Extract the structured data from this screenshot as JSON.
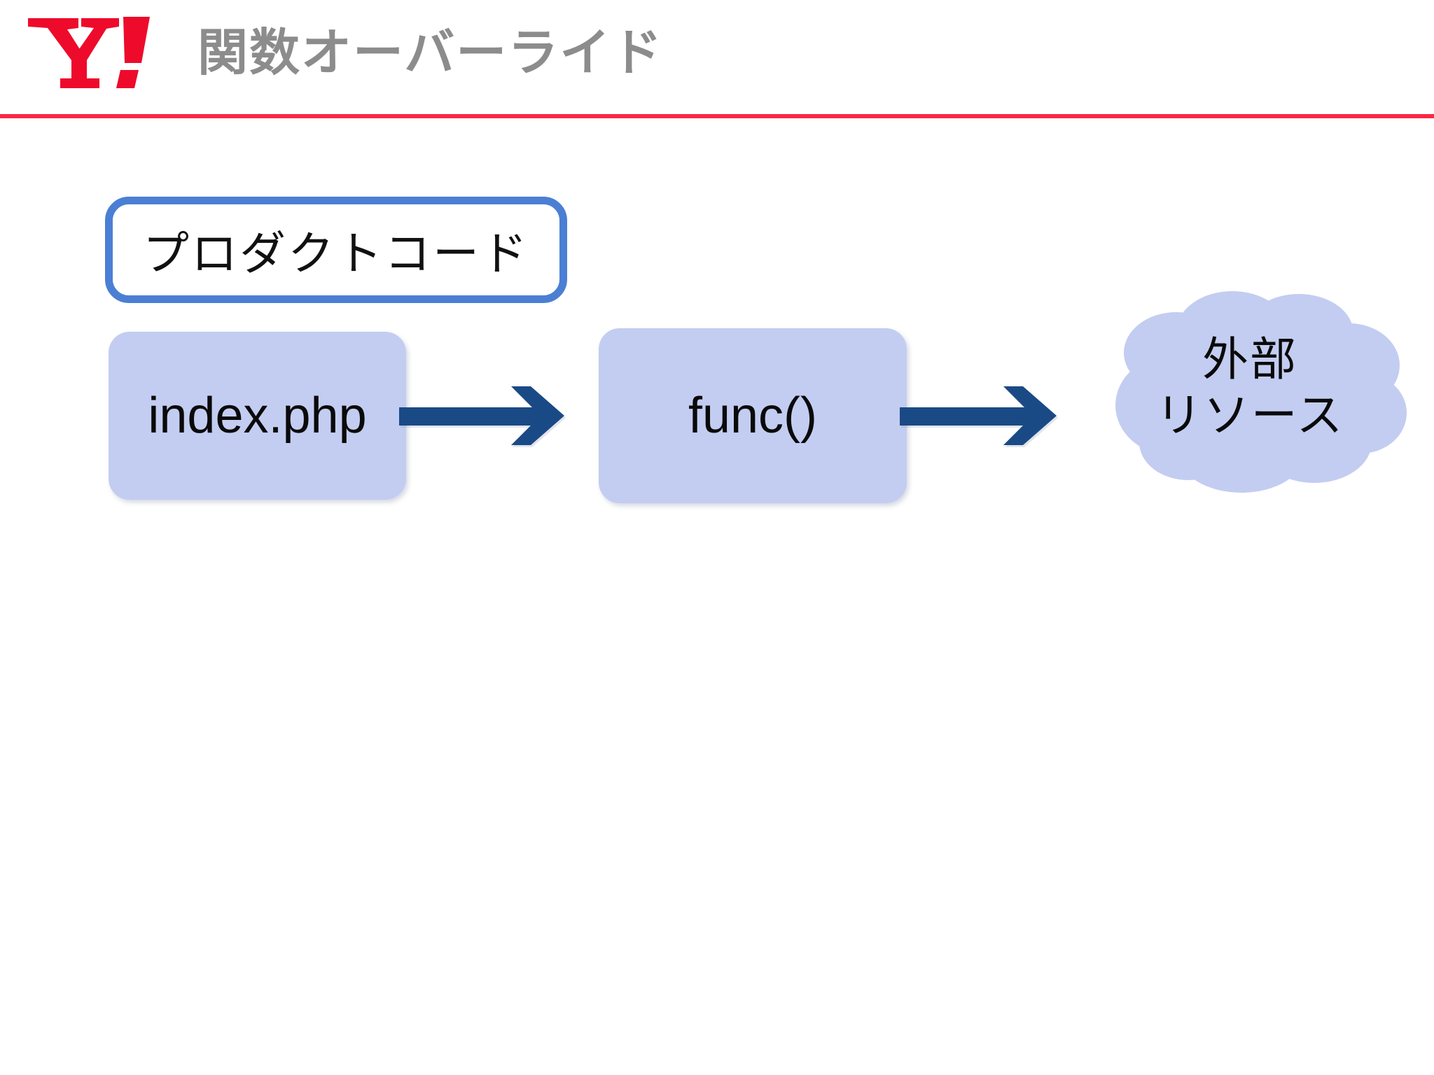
{
  "header": {
    "logo": {
      "name": "yahoo-japan-logo",
      "text": "Y!",
      "color": "#ee0a2b"
    },
    "title": "関数オーバーライド",
    "title_color": "#8c8c8c",
    "rule_color": "#fc2846"
  },
  "diagram": {
    "product_code_label": {
      "text": "プロダクトコード",
      "border_color": "#4b7fd4",
      "fill_color": "#ffffff"
    },
    "nodes": [
      {
        "id": "index-php",
        "label": "index.php",
        "shape": "rounded-rect",
        "fill_color": "#c3cdf1"
      },
      {
        "id": "func",
        "label": "func()",
        "shape": "rounded-rect",
        "fill_color": "#c3cdf1"
      },
      {
        "id": "external-resource",
        "label_line1": "外部",
        "label_line2": "リソース",
        "shape": "cloud",
        "fill_color": "#c3cdf1"
      }
    ],
    "arrows": [
      {
        "id": "index-to-func",
        "from": "index-php",
        "to": "func",
        "color": "#1a4a85",
        "direction": "right"
      },
      {
        "id": "func-to-cloud",
        "from": "func",
        "to": "external-resource",
        "color": "#1a4a85",
        "direction": "right"
      }
    ]
  }
}
